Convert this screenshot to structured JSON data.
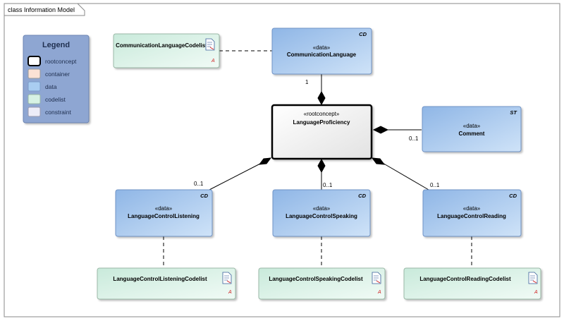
{
  "frame": {
    "title": "class Information Model"
  },
  "legend": {
    "title": "Legend",
    "items": [
      {
        "label": "rootconcept",
        "color": "#ffffff",
        "border": "#000000"
      },
      {
        "label": "container",
        "color": "#fbe2d5",
        "border": "#9a9a9a"
      },
      {
        "label": "data",
        "color": "#a9cdf1",
        "border": "#7a9cc8"
      },
      {
        "label": "codelist",
        "color": "#d7f2e4",
        "border": "#9ab8a6"
      },
      {
        "label": "constraint",
        "color": "#ececf8",
        "border": "#9a9aae"
      }
    ]
  },
  "classes": {
    "comm_codelist": {
      "name": "CommunicationLanguageCodelist",
      "stereotype": "",
      "tag": ""
    },
    "comm_lang": {
      "name": "CommunicationLanguage",
      "stereotype": "«data»",
      "tag": "CD"
    },
    "root": {
      "name": "LanguageProficiency",
      "stereotype": "«rootconcept»",
      "tag": ""
    },
    "comment": {
      "name": "Comment",
      "stereotype": "«data»",
      "tag": "ST"
    },
    "listening": {
      "name": "LanguageControlListening",
      "stereotype": "«data»",
      "tag": "CD"
    },
    "speaking": {
      "name": "LanguageControlSpeaking",
      "stereotype": "«data»",
      "tag": "CD"
    },
    "reading": {
      "name": "LanguageControlReading",
      "stereotype": "«data»",
      "tag": "CD"
    },
    "listening_codelist": {
      "name": "LanguageControlListeningCodelist",
      "stereotype": "",
      "tag": ""
    },
    "speaking_codelist": {
      "name": "LanguageControlSpeakingCodelist",
      "stereotype": "",
      "tag": ""
    },
    "reading_codelist": {
      "name": "LanguageControlReadingCodelist",
      "stereotype": "",
      "tag": ""
    }
  },
  "multiplicities": {
    "comm_lang": "1",
    "comment": "0..1",
    "listening": "0..1",
    "speaking": "0..1",
    "reading": "0..1"
  },
  "codelist_icon": {
    "name": "codelist-icon",
    "glyph": "A",
    "glyph_color": "#d02020"
  },
  "colors": {
    "data_fill": "#a9cdf1",
    "data_border": "#6f93c5",
    "codelist_fill": "#d7f2e4",
    "codelist_border": "#9ab8a6",
    "root_fill": "#f3f3f3",
    "root_border": "#000000",
    "legend_fill": "#8ea6d2",
    "legend_border": "#6c84b2",
    "line": "#000000",
    "frame_border": "#8a8a8a"
  }
}
